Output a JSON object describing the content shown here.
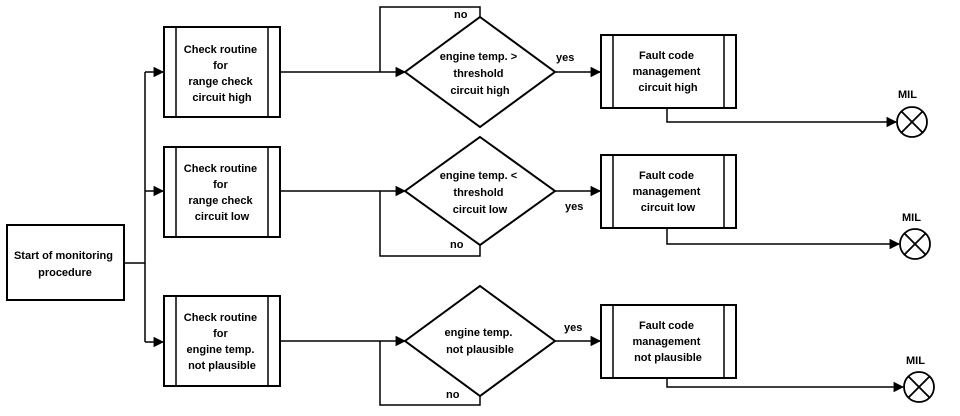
{
  "start": {
    "lines": [
      "Start of monitoring",
      "procedure"
    ]
  },
  "branches": [
    {
      "id": "high",
      "check_lines": [
        "Check routine",
        "for",
        "range check",
        "circuit high"
      ],
      "decision_lines": [
        "engine temp. >",
        "threshold",
        "circuit high"
      ],
      "yes_label": "yes",
      "no_label": "no",
      "fault_lines": [
        "Fault code",
        "management",
        "circuit high"
      ],
      "mil_label": "MIL"
    },
    {
      "id": "low",
      "check_lines": [
        "Check routine",
        "for",
        "range check",
        "circuit low"
      ],
      "decision_lines": [
        "engine temp. <",
        "threshold",
        "circuit low"
      ],
      "yes_label": "yes",
      "no_label": "no",
      "fault_lines": [
        "Fault code",
        "management",
        "circuit low"
      ],
      "mil_label": "MIL"
    },
    {
      "id": "plausible",
      "check_lines": [
        "Check routine",
        "for",
        "engine temp.",
        "not plausible"
      ],
      "decision_lines": [
        "engine temp.",
        "not plausible"
      ],
      "yes_label": "yes",
      "no_label": "no",
      "fault_lines": [
        "Fault code",
        "management",
        "not plausible"
      ],
      "mil_label": "MIL"
    }
  ]
}
